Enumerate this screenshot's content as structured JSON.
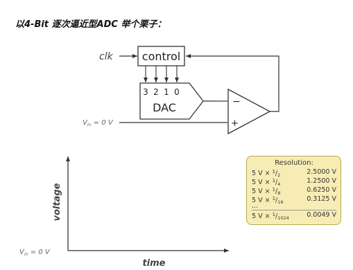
{
  "heading": "以4-Bit 逐次逼近型ADC 举个栗子：",
  "circuit": {
    "clk_label": "clk",
    "control_label": "control",
    "dac_label": "DAC",
    "bits": [
      "3",
      "2",
      "1",
      "0"
    ],
    "vin_label": "V",
    "vin_sub": "in",
    "vin_value": "= 0 V",
    "minus_sign": "−",
    "plus_sign": "+"
  },
  "plot": {
    "y_label": "voltage",
    "x_label": "time",
    "vin_label": "V",
    "vin_sub": "in",
    "vin_value": "= 0 V"
  },
  "resolution": {
    "title": "Resolution:",
    "rows": [
      {
        "num": "1",
        "den": "2",
        "value": "2.5000 V"
      },
      {
        "num": "1",
        "den": "4",
        "value": "1.2500 V"
      },
      {
        "num": "1",
        "den": "8",
        "value": "0.6250 V"
      },
      {
        "num": "1",
        "den": "16",
        "value": "0.3125 V"
      }
    ],
    "ellipsis": "...",
    "last": {
      "num": "1",
      "den": "1024",
      "value": "0.0049 V"
    },
    "prefix": "5 V ×"
  },
  "colors": {
    "line": "#333333",
    "box_fill": "#f7edb4",
    "box_border": "#b8a850"
  }
}
